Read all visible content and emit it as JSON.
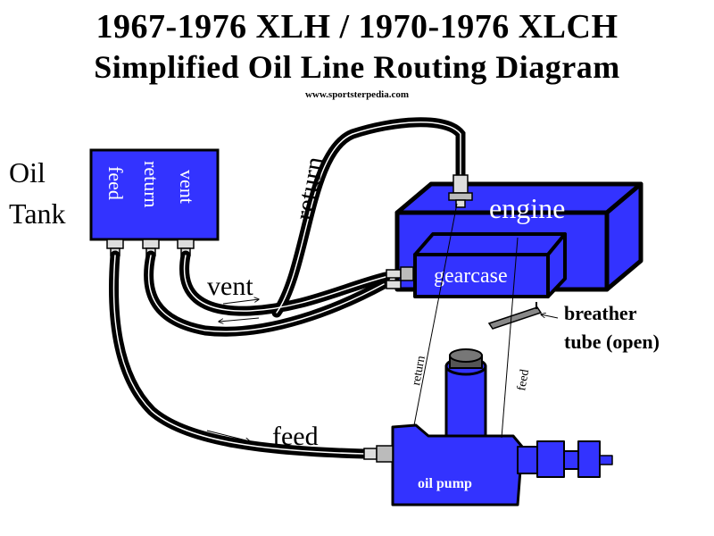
{
  "title": {
    "line1": "1967-1976 XLH / 1970-1976 XLCH",
    "line2": "Simplified Oil Line Routing Diagram",
    "website": "www.sportsterpedia.com"
  },
  "oil_tank": {
    "label_line1": "Oil",
    "label_line2": "Tank",
    "ports": [
      "feed",
      "return",
      "vent"
    ]
  },
  "engine": {
    "label": "engine"
  },
  "gearcase": {
    "label": "gearcase"
  },
  "breather": {
    "line1": "breather",
    "line2": "tube (open)"
  },
  "oil_pump": {
    "label": "oil pump"
  },
  "lines": {
    "return": "return",
    "vent": "vent",
    "feed": "feed",
    "pump_return": "return",
    "pump_feed": "feed"
  },
  "colors": {
    "component_fill": "#3333ff",
    "outline": "#000000",
    "hose": "#000000",
    "background": "#ffffff"
  }
}
